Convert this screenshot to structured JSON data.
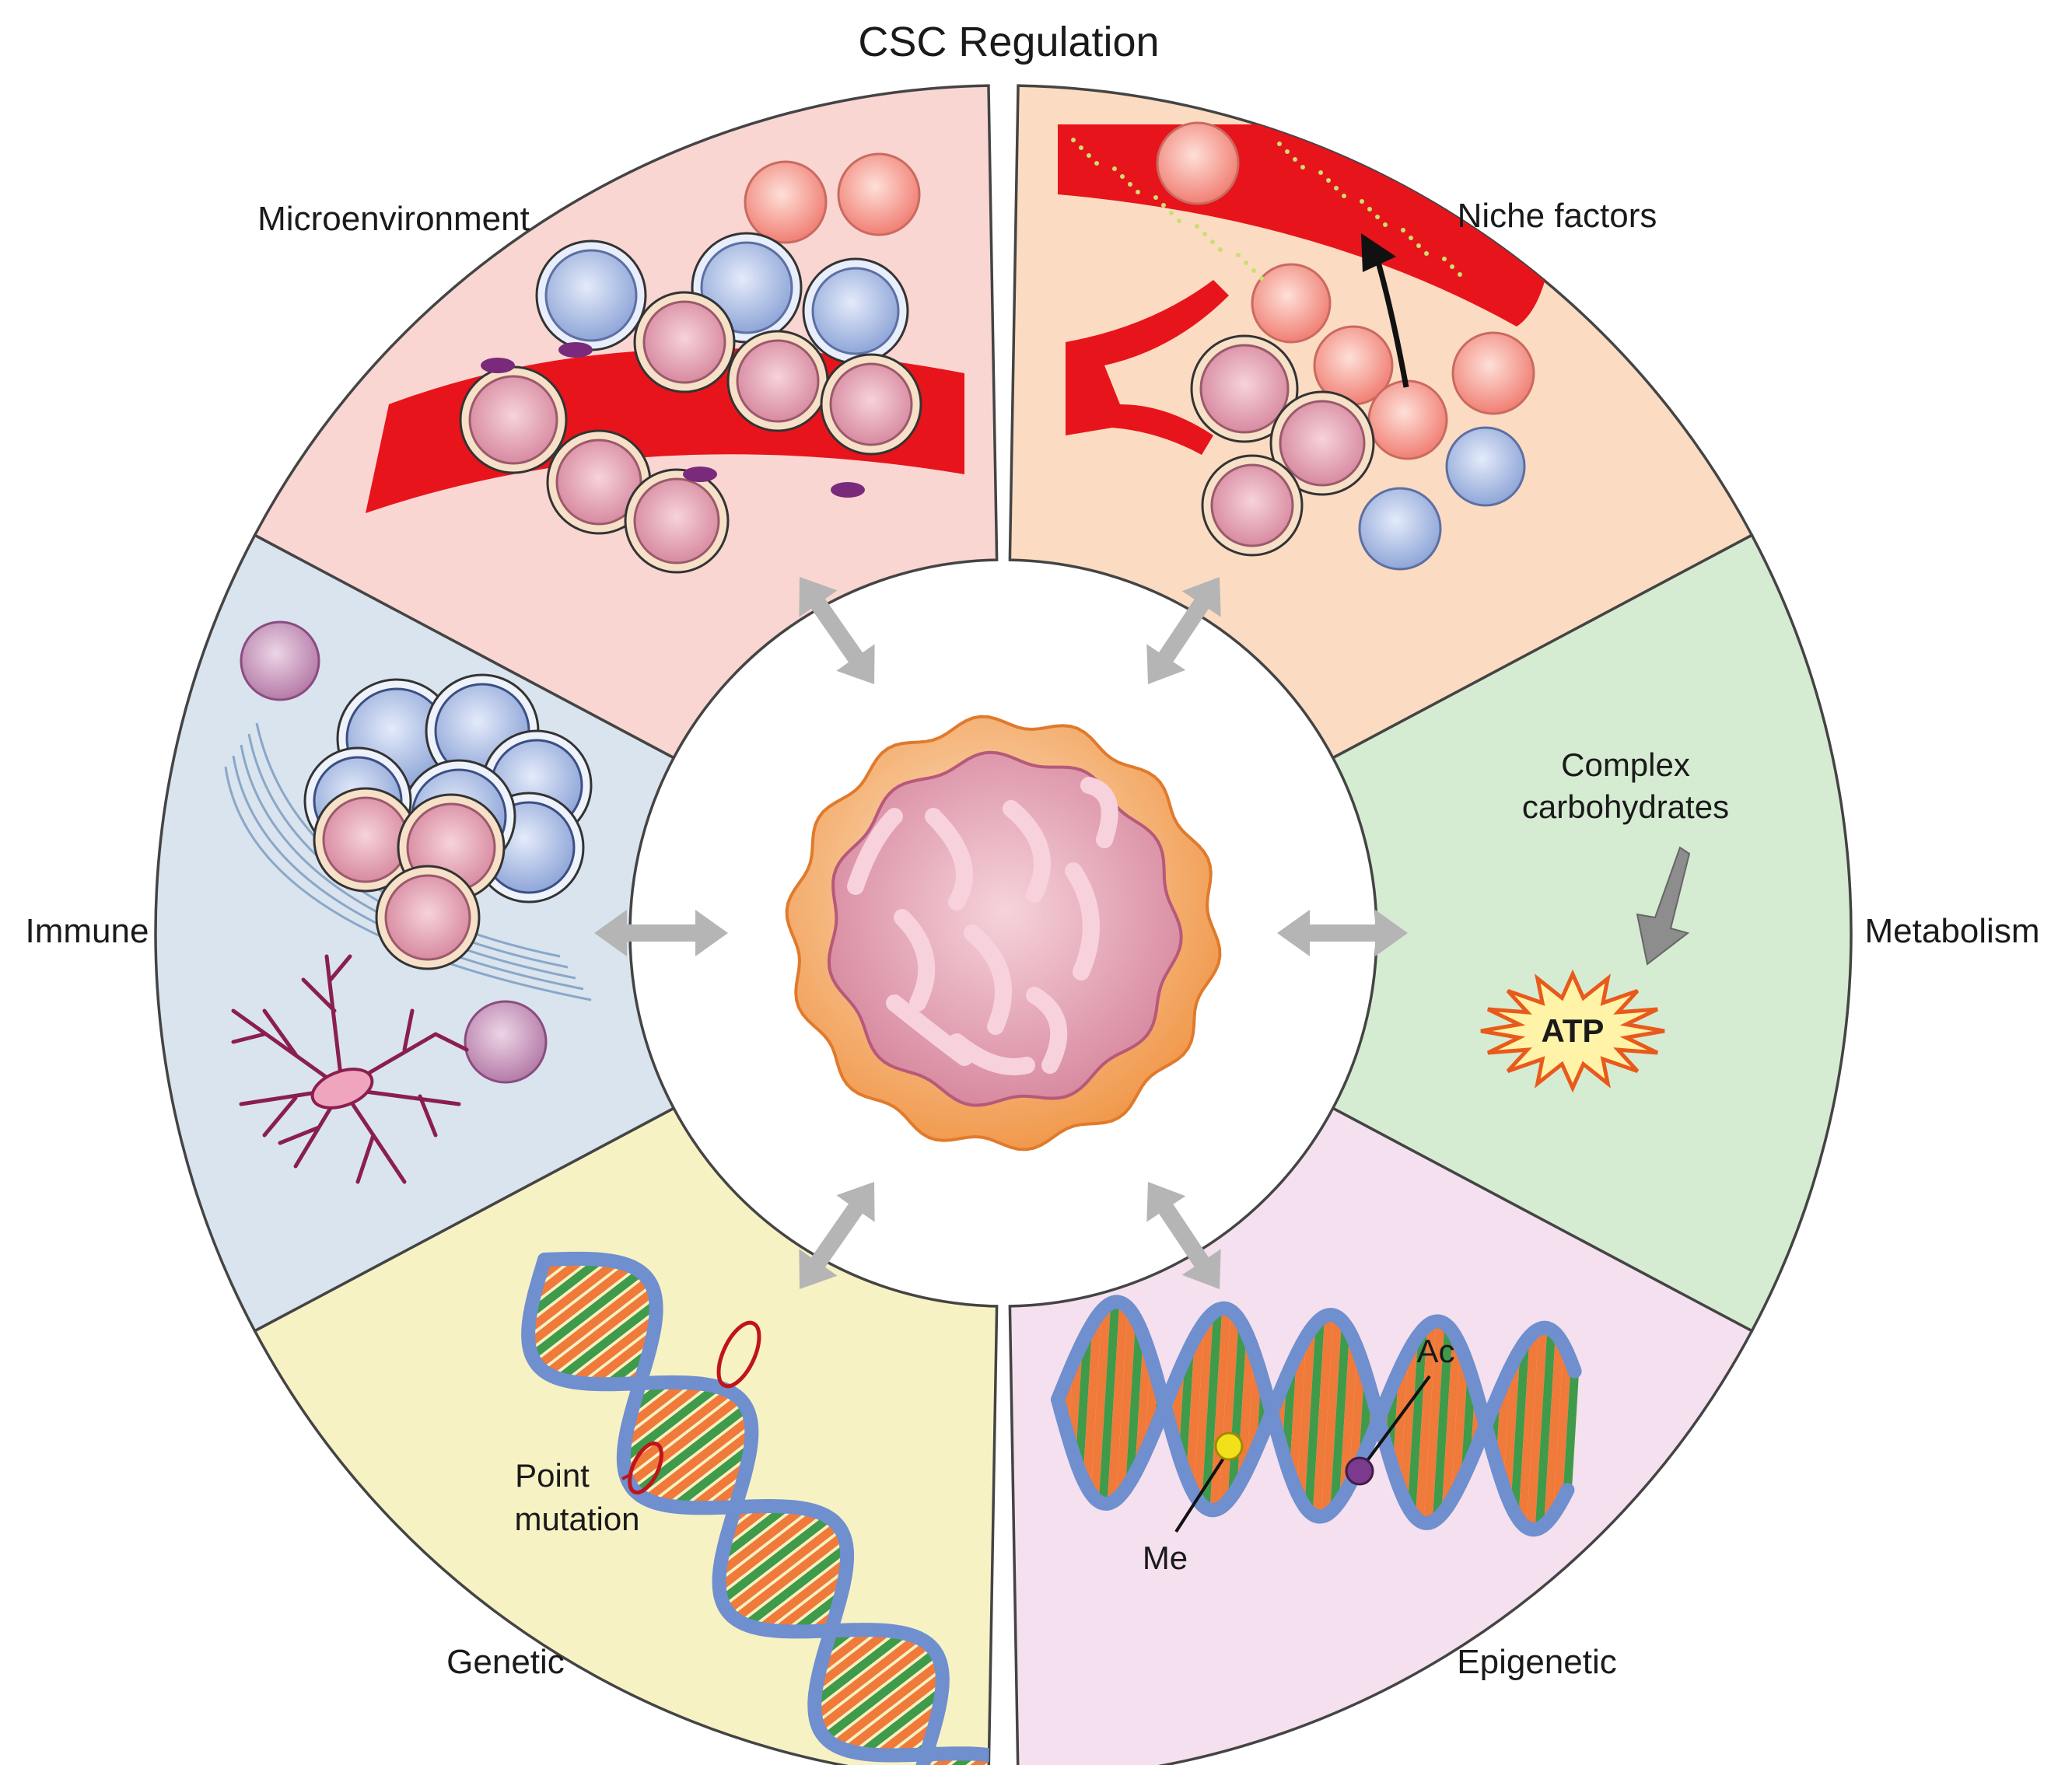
{
  "title": "CSC Regulation",
  "sectors": {
    "microenvironment": {
      "label": "Microenvironment",
      "color": "#f9d6d2"
    },
    "niche_factors": {
      "label": "Niche factors",
      "color": "#fbdcc2"
    },
    "metabolism": {
      "label": "Metabolism",
      "color": "#d6ecd2",
      "text_line1": "Complex",
      "text_line2": "carbohydrates",
      "atp_label": "ATP"
    },
    "epigenetic": {
      "label": "Epigenetic",
      "color": "#f4e0ee",
      "me_label": "Me",
      "ac_label": "Ac"
    },
    "genetic": {
      "label": "Genetic",
      "color": "#f7f2c4",
      "mutation_line1": "Point",
      "mutation_line2": "mutation"
    },
    "immune": {
      "label": "Immune",
      "color": "#d9e4ee"
    }
  },
  "colors": {
    "arrow": "#b5b5b5",
    "vessel": "#e8141b",
    "cell_pink": "#f2b8c6",
    "cell_blue": "#a9bde6",
    "cell_red": "#f59a8e",
    "cell_purple": "#c98ab8",
    "dna_backbone": "#6f8fcf",
    "dna_orange": "#f07a3a",
    "dna_green": "#3f9a4a",
    "csc_outer": "#f4a866",
    "csc_inner": "#e58aa0"
  }
}
